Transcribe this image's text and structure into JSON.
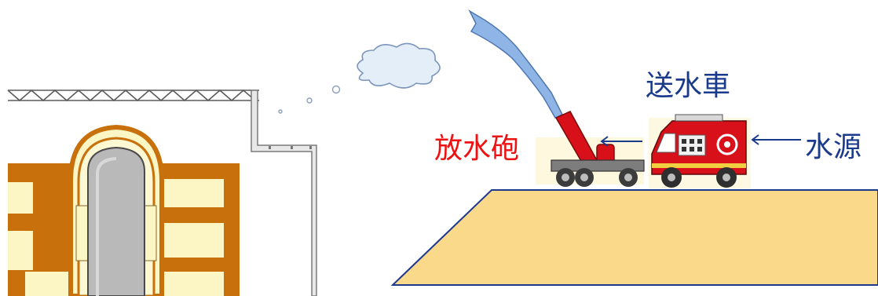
{
  "labels": {
    "water_cannon": "放水砲",
    "water_supply_truck": "送水車",
    "water_source": "水源"
  },
  "colors": {
    "cannon_label": "#ee1111",
    "supply_label": "#1a3a8c",
    "source_label": "#1a3a8c",
    "ground_fill": "#fad98a",
    "ground_stroke": "#1f3a8c",
    "water_jet": "#8fb5e6",
    "vehicle_red": "#d8101a",
    "reactor_wall": "#c8700c",
    "reactor_fill": "#fbf6c3",
    "vessel_gray": "#b9b9b9"
  }
}
